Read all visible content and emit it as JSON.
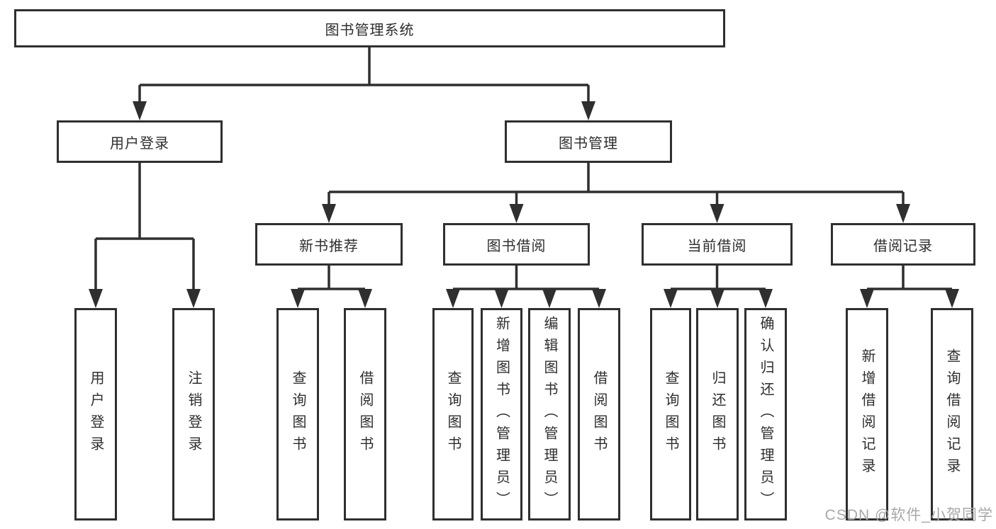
{
  "diagram": {
    "title": "图书管理系统",
    "level2": {
      "user_login": "用户登录",
      "book_mgmt": "图书管理"
    },
    "level3": {
      "new_book": "新书推荐",
      "book_borrow": "图书借阅",
      "current_borrow": "当前借阅",
      "borrow_record": "借阅记录"
    },
    "leaves": {
      "user_login": [
        "用户登录",
        "注销登录"
      ],
      "new_book": [
        "查询图书",
        "借阅图书"
      ],
      "book_borrow": [
        "查询图书",
        "新增图书（管理员）",
        "编辑图书（管理员）",
        "借阅图书"
      ],
      "current_borrow": [
        "查询图书",
        "归还图书",
        "确认归还（管理员）"
      ],
      "borrow_record": [
        "新增借阅记录",
        "查询借阅记录"
      ]
    }
  },
  "watermark": {
    "text": "CSDN @软件_小贺同学"
  },
  "colors": {
    "line": "#2f2f2f",
    "border": "#2f2f2f",
    "text": "#2e2e2e",
    "watermark": "#a8a8a8",
    "background": "#ffffff"
  }
}
